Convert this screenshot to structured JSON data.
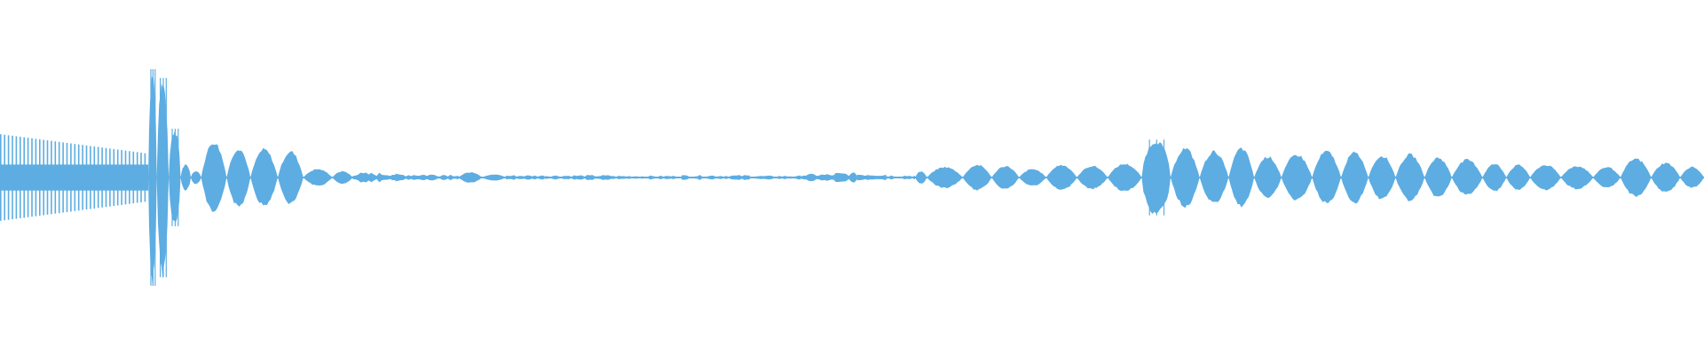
{
  "waveform": {
    "color": "#5dade2",
    "background": "#ffffff",
    "segments": [
      {
        "start": 0.0,
        "end": 0.087,
        "type": "dense-decay",
        "amp_start": 0.4,
        "amp_end": 0.22,
        "pulses": 38
      },
      {
        "start": 0.087,
        "end": 0.092,
        "type": "spike",
        "amp": 1.0
      },
      {
        "start": 0.092,
        "end": 0.099,
        "type": "spike",
        "amp": 0.92
      },
      {
        "start": 0.099,
        "end": 0.106,
        "type": "spike",
        "amp": 0.45
      },
      {
        "start": 0.106,
        "end": 0.112,
        "type": "spike",
        "amp": 0.12
      },
      {
        "start": 0.112,
        "end": 0.118,
        "type": "spike",
        "amp": 0.06
      },
      {
        "start": 0.118,
        "end": 0.133,
        "type": "lobe",
        "amp": 0.34
      },
      {
        "start": 0.133,
        "end": 0.147,
        "type": "lobe",
        "amp": 0.28
      },
      {
        "start": 0.147,
        "end": 0.163,
        "type": "lobe",
        "amp": 0.27
      },
      {
        "start": 0.163,
        "end": 0.178,
        "type": "lobe",
        "amp": 0.25
      },
      {
        "start": 0.178,
        "end": 0.195,
        "type": "lobe",
        "amp": 0.08
      },
      {
        "start": 0.195,
        "end": 0.207,
        "type": "lobe",
        "amp": 0.06
      },
      {
        "start": 0.207,
        "end": 0.232,
        "type": "noise",
        "amp": 0.04
      },
      {
        "start": 0.232,
        "end": 0.269,
        "type": "noise",
        "amp": 0.03
      },
      {
        "start": 0.269,
        "end": 0.283,
        "type": "lobe",
        "amp": 0.05
      },
      {
        "start": 0.283,
        "end": 0.297,
        "type": "lobe",
        "amp": 0.03
      },
      {
        "start": 0.297,
        "end": 0.32,
        "type": "noise",
        "amp": 0.02
      },
      {
        "start": 0.32,
        "end": 0.36,
        "type": "noise",
        "amp": 0.02
      },
      {
        "start": 0.36,
        "end": 0.4,
        "type": "noise",
        "amp": 0.015
      },
      {
        "start": 0.4,
        "end": 0.44,
        "type": "noise",
        "amp": 0.02
      },
      {
        "start": 0.44,
        "end": 0.47,
        "type": "noise",
        "amp": 0.015
      },
      {
        "start": 0.47,
        "end": 0.49,
        "type": "noise",
        "amp": 0.03
      },
      {
        "start": 0.49,
        "end": 0.503,
        "type": "noise",
        "amp": 0.04
      },
      {
        "start": 0.503,
        "end": 0.52,
        "type": "noise",
        "amp": 0.035
      },
      {
        "start": 0.52,
        "end": 0.537,
        "type": "noise",
        "amp": 0.02
      },
      {
        "start": 0.537,
        "end": 0.544,
        "type": "lobe",
        "amp": 0.06
      },
      {
        "start": 0.544,
        "end": 0.565,
        "type": "lobe",
        "amp": 0.1
      },
      {
        "start": 0.565,
        "end": 0.582,
        "type": "lobe",
        "amp": 0.12
      },
      {
        "start": 0.582,
        "end": 0.598,
        "type": "lobe",
        "amp": 0.11
      },
      {
        "start": 0.598,
        "end": 0.614,
        "type": "lobe",
        "amp": 0.08
      },
      {
        "start": 0.614,
        "end": 0.632,
        "type": "lobe",
        "amp": 0.12
      },
      {
        "start": 0.632,
        "end": 0.65,
        "type": "lobe",
        "amp": 0.11
      },
      {
        "start": 0.65,
        "end": 0.67,
        "type": "lobe",
        "amp": 0.13
      },
      {
        "start": 0.67,
        "end": 0.687,
        "type": "spike",
        "amp": 0.35
      },
      {
        "start": 0.687,
        "end": 0.704,
        "type": "lobe",
        "amp": 0.28
      },
      {
        "start": 0.704,
        "end": 0.721,
        "type": "lobe",
        "amp": 0.25
      },
      {
        "start": 0.721,
        "end": 0.736,
        "type": "lobe",
        "amp": 0.28
      },
      {
        "start": 0.736,
        "end": 0.752,
        "type": "lobe",
        "amp": 0.2
      },
      {
        "start": 0.752,
        "end": 0.77,
        "type": "lobe",
        "amp": 0.22
      },
      {
        "start": 0.77,
        "end": 0.787,
        "type": "lobe",
        "amp": 0.25
      },
      {
        "start": 0.787,
        "end": 0.803,
        "type": "lobe",
        "amp": 0.24
      },
      {
        "start": 0.803,
        "end": 0.819,
        "type": "lobe",
        "amp": 0.21
      },
      {
        "start": 0.819,
        "end": 0.836,
        "type": "lobe",
        "amp": 0.22
      },
      {
        "start": 0.836,
        "end": 0.852,
        "type": "lobe",
        "amp": 0.19
      },
      {
        "start": 0.852,
        "end": 0.87,
        "type": "lobe",
        "amp": 0.17
      },
      {
        "start": 0.87,
        "end": 0.884,
        "type": "lobe",
        "amp": 0.13
      },
      {
        "start": 0.884,
        "end": 0.898,
        "type": "lobe",
        "amp": 0.12
      },
      {
        "start": 0.898,
        "end": 0.916,
        "type": "lobe",
        "amp": 0.12
      },
      {
        "start": 0.916,
        "end": 0.935,
        "type": "lobe",
        "amp": 0.11
      },
      {
        "start": 0.935,
        "end": 0.951,
        "type": "lobe",
        "amp": 0.1
      },
      {
        "start": 0.951,
        "end": 0.969,
        "type": "lobe",
        "amp": 0.18
      },
      {
        "start": 0.969,
        "end": 0.986,
        "type": "lobe",
        "amp": 0.14
      },
      {
        "start": 0.986,
        "end": 1.0,
        "type": "lobe",
        "amp": 0.1
      }
    ]
  }
}
